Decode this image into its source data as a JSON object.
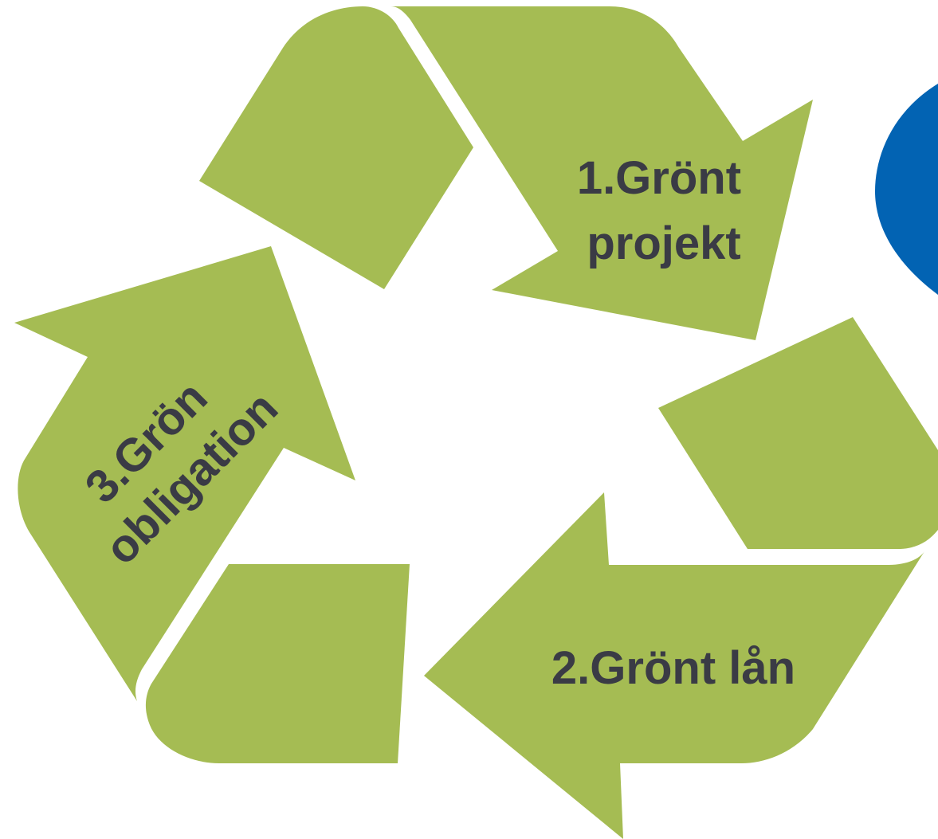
{
  "colors": {
    "arrow_fill": "#a5bc53",
    "label_text": "#3a3b45",
    "blue_shape": "#0263b3",
    "background": "#ffffff"
  },
  "steps": [
    {
      "id": "step-1",
      "line1": "1.Grönt",
      "line2": "projekt"
    },
    {
      "id": "step-2",
      "line1": "2.Grönt lån"
    },
    {
      "id": "step-3",
      "line1": "3.Grön",
      "line2": "obligation"
    }
  ]
}
